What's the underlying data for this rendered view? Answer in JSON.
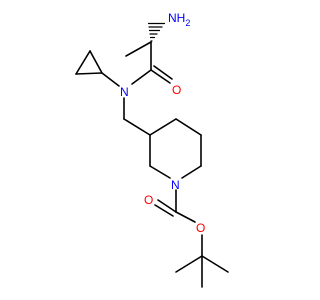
{
  "molecule": {
    "atoms": {
      "nh2": {
        "text": "NH",
        "sub": "2",
        "color": "#0000ff"
      },
      "n_amide": {
        "text": "N",
        "color": "#0000ff"
      },
      "o_amide": {
        "text": "O",
        "color": "#ff0000"
      },
      "n_ring": {
        "text": "N",
        "color": "#0000ff"
      },
      "o_carbonyl": {
        "text": "O",
        "color": "#ff0000"
      },
      "o_ester": {
        "text": "O",
        "color": "#ff0000"
      }
    },
    "stereo_bond_color": "#000000"
  }
}
